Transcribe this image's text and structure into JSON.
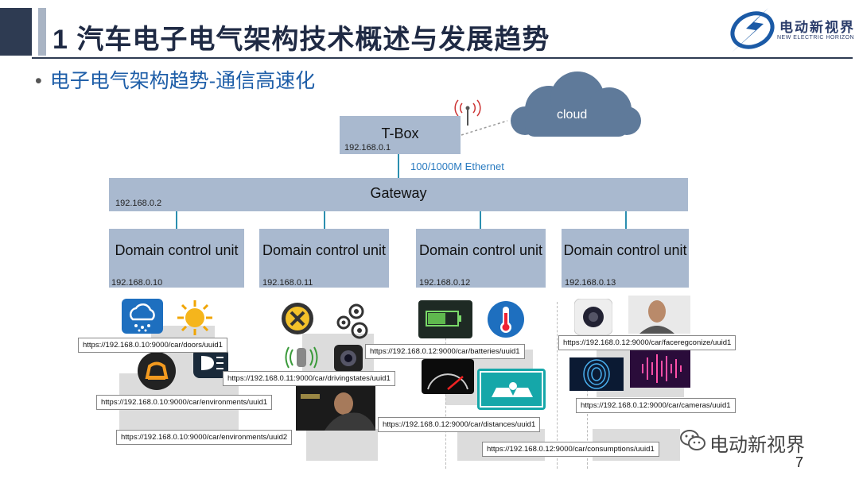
{
  "header": {
    "title": "1  汽车电子电气架构技术概述与发展趋势",
    "bullet": "电子电气架构趋势-通信高速化"
  },
  "logo": {
    "name_cn": "电动新视界",
    "name_en": "NEW ELECTRIC HORIZON"
  },
  "diagram": {
    "cloud_label": "cloud",
    "tbox": {
      "label": "T-Box",
      "ip": "192.168.0.1"
    },
    "ethernet_label": "100/1000M Ethernet",
    "gateway": {
      "label": "Gateway",
      "ip": "192.168.0.2"
    },
    "dcus": [
      {
        "label": "Domain control unit",
        "ip": "192.168.0.10"
      },
      {
        "label": "Domain control unit",
        "ip": "192.168.0.11"
      },
      {
        "label": "Domain control unit",
        "ip": "192.168.0.12"
      },
      {
        "label": "Domain control unit",
        "ip": "192.168.0.13"
      }
    ],
    "urls": [
      "https://192.168.0.10:9000/car/doors/uuid1",
      "https://192.168.0.11:9000/car/drivingstates/uuid1",
      "https://192.168.0.10:9000/car/environments/uuid1",
      "https://192.168.0.10:9000/car/environments/uuid2",
      "https://192.168.0.12:9000/car/batteries/uuid1",
      "https://192.168.0.12:9000/car/distances/uuid1",
      "https://192.168.0.12:9000/car/consumptions/uuid1",
      "https://192.168.0.12:9000/car/faceregconize/uuid1",
      "https://192.168.0.12:9000/car/cameras/uuid1"
    ]
  },
  "footer": {
    "wechat_label": "电动新视界",
    "page_number": "7"
  },
  "colors": {
    "box_fill": "#a9b9cf",
    "title_bar": "#2e3b52",
    "bullet_text": "#1e5ea8",
    "link_line": "#2b8fb0",
    "cloud": "#5f7a9a"
  }
}
